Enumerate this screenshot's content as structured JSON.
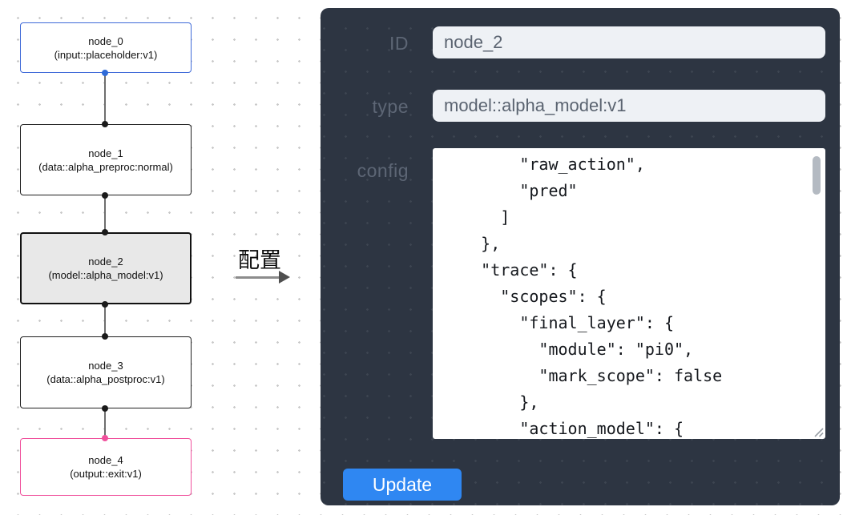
{
  "flow": {
    "nodes": [
      {
        "name": "node_0",
        "type": "(input::placeholder:v1)"
      },
      {
        "name": "node_1",
        "type": "(data::alpha_preproc:normal)"
      },
      {
        "name": "node_2",
        "type": "(model::alpha_model:v1)"
      },
      {
        "name": "node_3",
        "type": "(data::alpha_postproc:v1)"
      },
      {
        "name": "node_4",
        "type": "(output::exit:v1)"
      }
    ]
  },
  "arrow": {
    "label": "配置"
  },
  "panel": {
    "id_field": {
      "label": "ID",
      "value": "node_2"
    },
    "type_field": {
      "label": "type",
      "value": "model::alpha_model:v1"
    },
    "config_field": {
      "label": "config",
      "value": "        \"raw_action\",\n        \"pred\"\n      ]\n    },\n    \"trace\": {\n      \"scopes\": {\n        \"final_layer\": {\n          \"module\": \"pi0\",\n          \"mark_scope\": false\n        },\n        \"action_model\": {"
    },
    "update_button": "Update"
  },
  "colors": {
    "input_node_border": "#3f6ad8",
    "output_node_border": "#f0509c",
    "selected_node_fill": "#e8e8e8",
    "panel_background": "#2d3542",
    "field_background": "#eef1f5",
    "update_button": "#2f87f2"
  }
}
